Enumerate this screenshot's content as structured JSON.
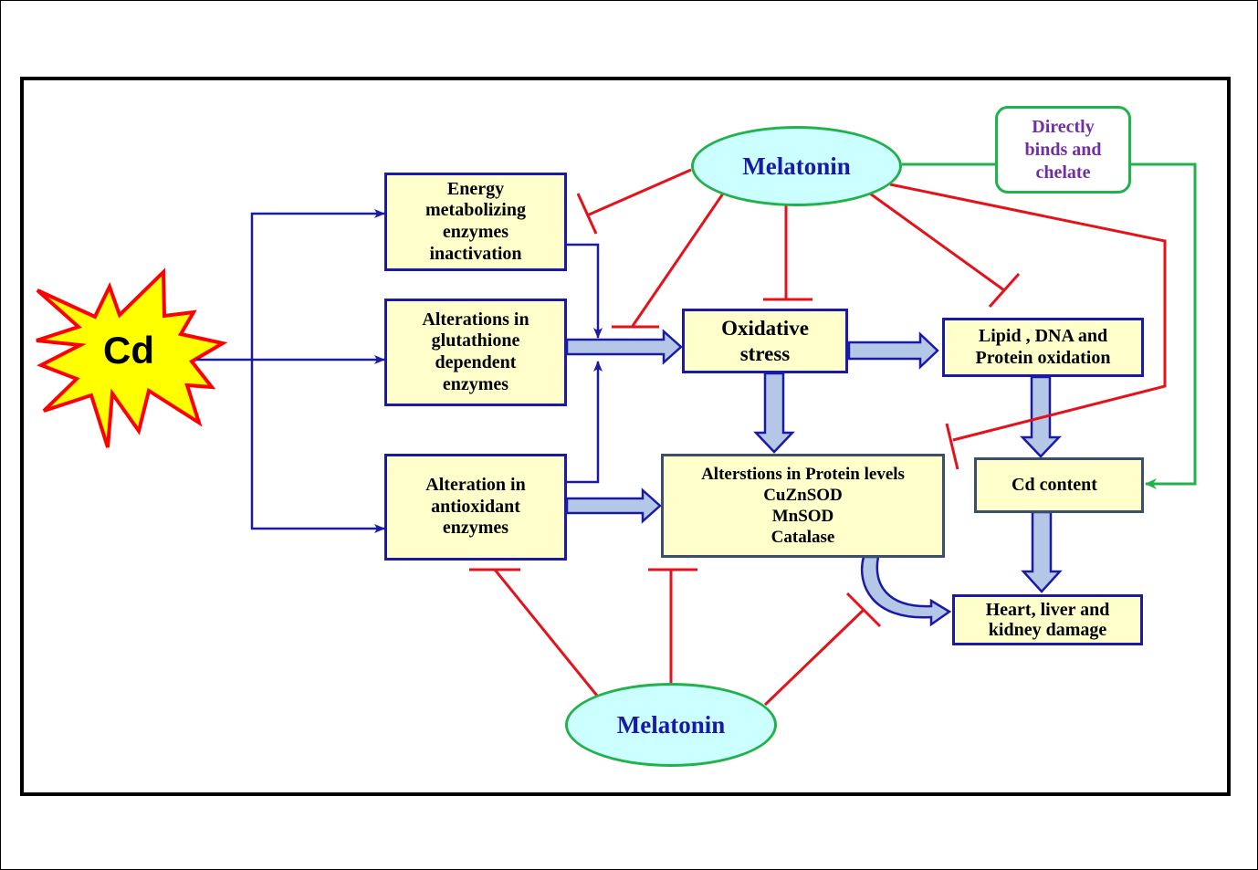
{
  "cd_label": "Cd",
  "melatonin_top": "Melatonin",
  "melatonin_bottom": "Melatonin",
  "chelate_lines": [
    "Directly",
    "binds and",
    "chelate"
  ],
  "energy_lines": [
    "Energy",
    "metabolizing",
    "enzymes",
    "inactivation"
  ],
  "glutathione_lines": [
    "Alterations in",
    "glutathione",
    "dependent",
    "enzymes"
  ],
  "antioxidant_lines": [
    "Alteration in",
    "antioxidant",
    "enzymes"
  ],
  "oxidative_lines": [
    "Oxidative",
    "stress"
  ],
  "lipid_lines": [
    "Lipid , DNA and",
    "Protein oxidation"
  ],
  "protein_levels_lines": [
    "Alterstions in Protein levels",
    "CuZnSOD",
    "MnSOD",
    "Catalase"
  ],
  "cd_content": "Cd content",
  "damage_lines": [
    "Heart, liver and",
    "kidney damage"
  ],
  "colors": {
    "box_fill": "#ffffcc",
    "box_border": "#1a1aa6",
    "ellipse_fill": "#ccffff",
    "ellipse_border": "#22b24c",
    "inhibit_red": "#e3121b",
    "activate_blue": "#1a1aa6",
    "block_arrow": "#b4c7e7",
    "chelate_green": "#22b24c",
    "chelate_text": "#7030a0",
    "star_fill": "#ffff00",
    "star_border": "#ff0000"
  }
}
